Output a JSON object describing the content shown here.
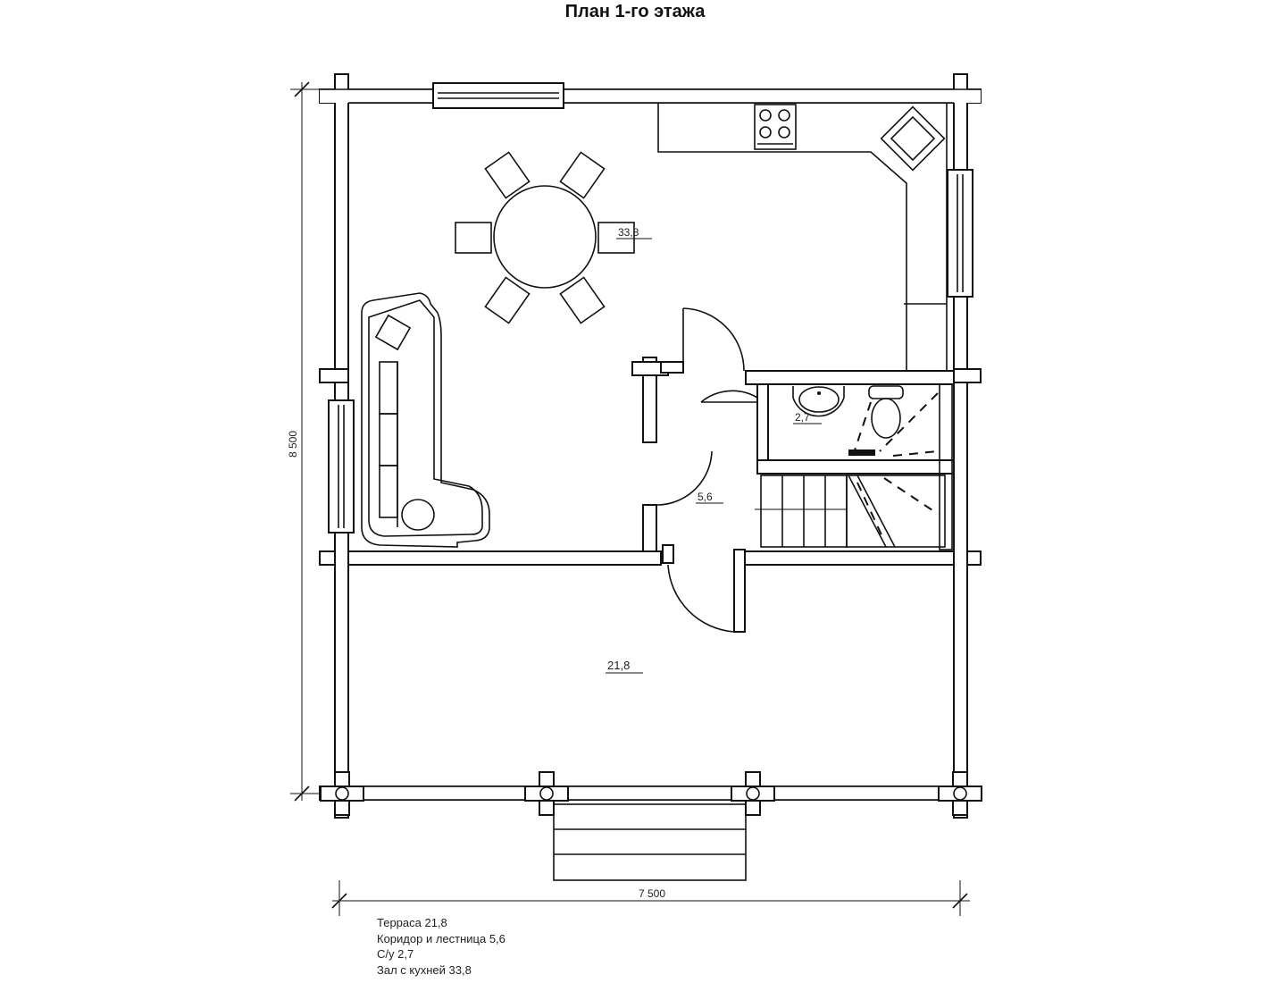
{
  "title": "План 1-го этажа",
  "rooms": {
    "hall_area": "33,8",
    "wc_area": "2,7",
    "corridor_area": "5,6",
    "terrace_area": "21,8"
  },
  "dimensions": {
    "height": "8 500",
    "width": "7 500"
  },
  "legend": [
    "Терраса 21,8",
    "Коридор и лестница  5,6",
    "С/у 2,7",
    "Зал с кухней 33,8"
  ]
}
